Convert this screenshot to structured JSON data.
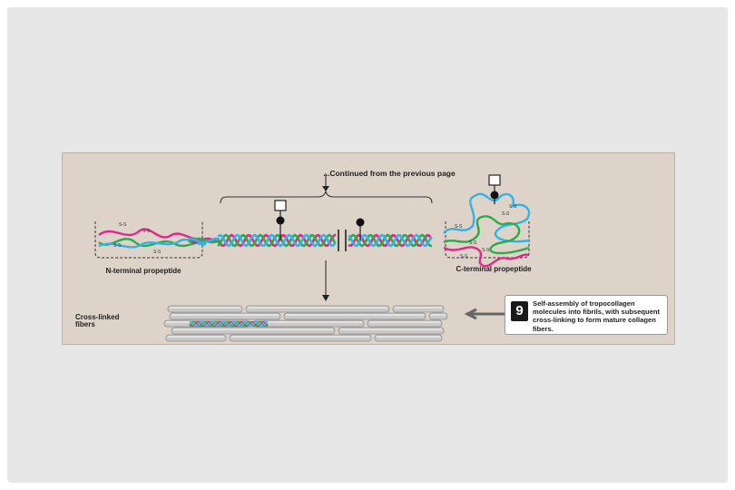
{
  "labels": {
    "continued": "...Continued from the previous page",
    "n_terminal": "N-terminal propeptide",
    "c_terminal": "C-terminal propeptide",
    "cross_linked": "Cross-linked fibers"
  },
  "callout": {
    "step": "9",
    "text": "Self-assembly of tropocollagen molecules into fibrils, with subsequent cross-linking to form mature collagen fibers."
  },
  "disulfide_label": "S-S",
  "colors": {
    "slide": "#e7e7e7",
    "panel": "#ddd3c9",
    "strand_pink": "#e0278a",
    "strand_green": "#2bab4a",
    "strand_blue": "#35b1e2",
    "fiber_rod": "#c9c9c9"
  }
}
